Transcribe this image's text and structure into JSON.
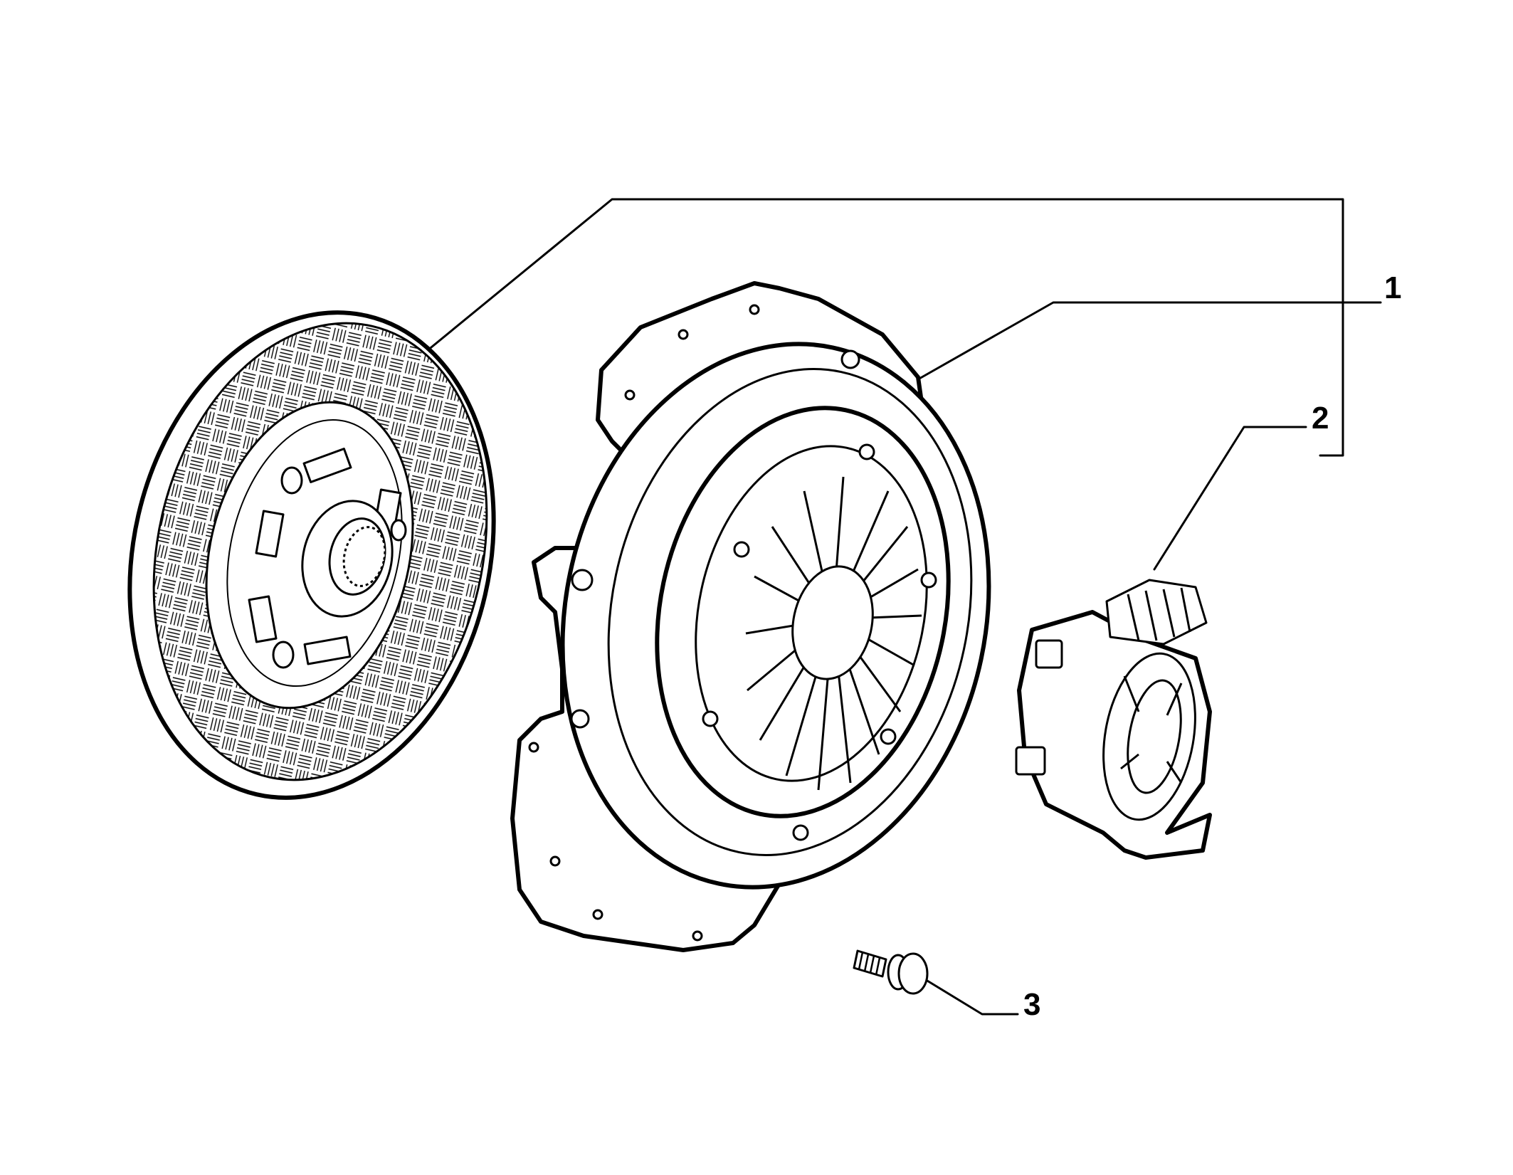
{
  "diagram": {
    "callouts": [
      {
        "id": "1",
        "text": "1"
      },
      {
        "id": "2",
        "text": "2"
      },
      {
        "id": "3",
        "text": "3"
      }
    ],
    "colors": {
      "stroke": "#000000",
      "background": "#ffffff"
    }
  }
}
